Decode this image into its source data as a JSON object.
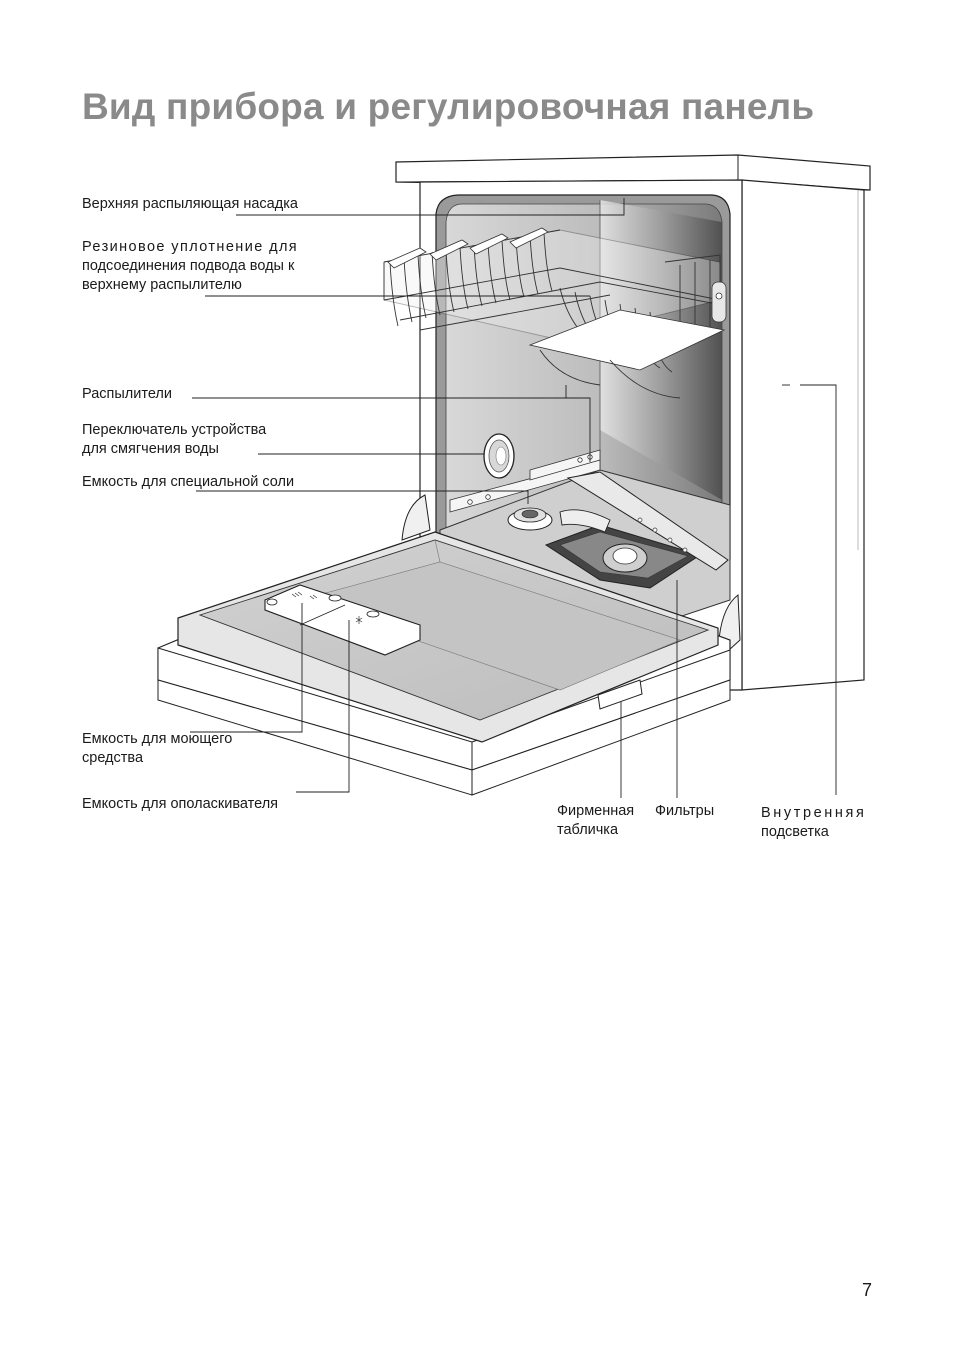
{
  "title": "Вид прибора и регулировочная панель",
  "labels": {
    "upper_spray_arm": "Верхняя распыляющая насадка",
    "rubber_seal_line1": "Резиновое  уплотнение  для",
    "rubber_seal_line2": "подсоединения подвода воды к",
    "rubber_seal_line3": "верхнему распылителю",
    "sprayers": "Распылители",
    "softener_switch_line1": "Переключатель  устройства",
    "softener_switch_line2": "для смягчения воды",
    "salt_container": "Емкость для специальной соли",
    "detergent_line1": "Емкость  для  моющего",
    "detergent_line2": "средства",
    "rinse_aid": "Емкость для ополаскивателя",
    "rating_plate_line1": "Фирменная",
    "rating_plate_line2": "табличка",
    "filters": "Фильтры",
    "interior_light_line1": "Внутренняя",
    "interior_light_line2": "подсветка"
  },
  "page_number": "7"
}
